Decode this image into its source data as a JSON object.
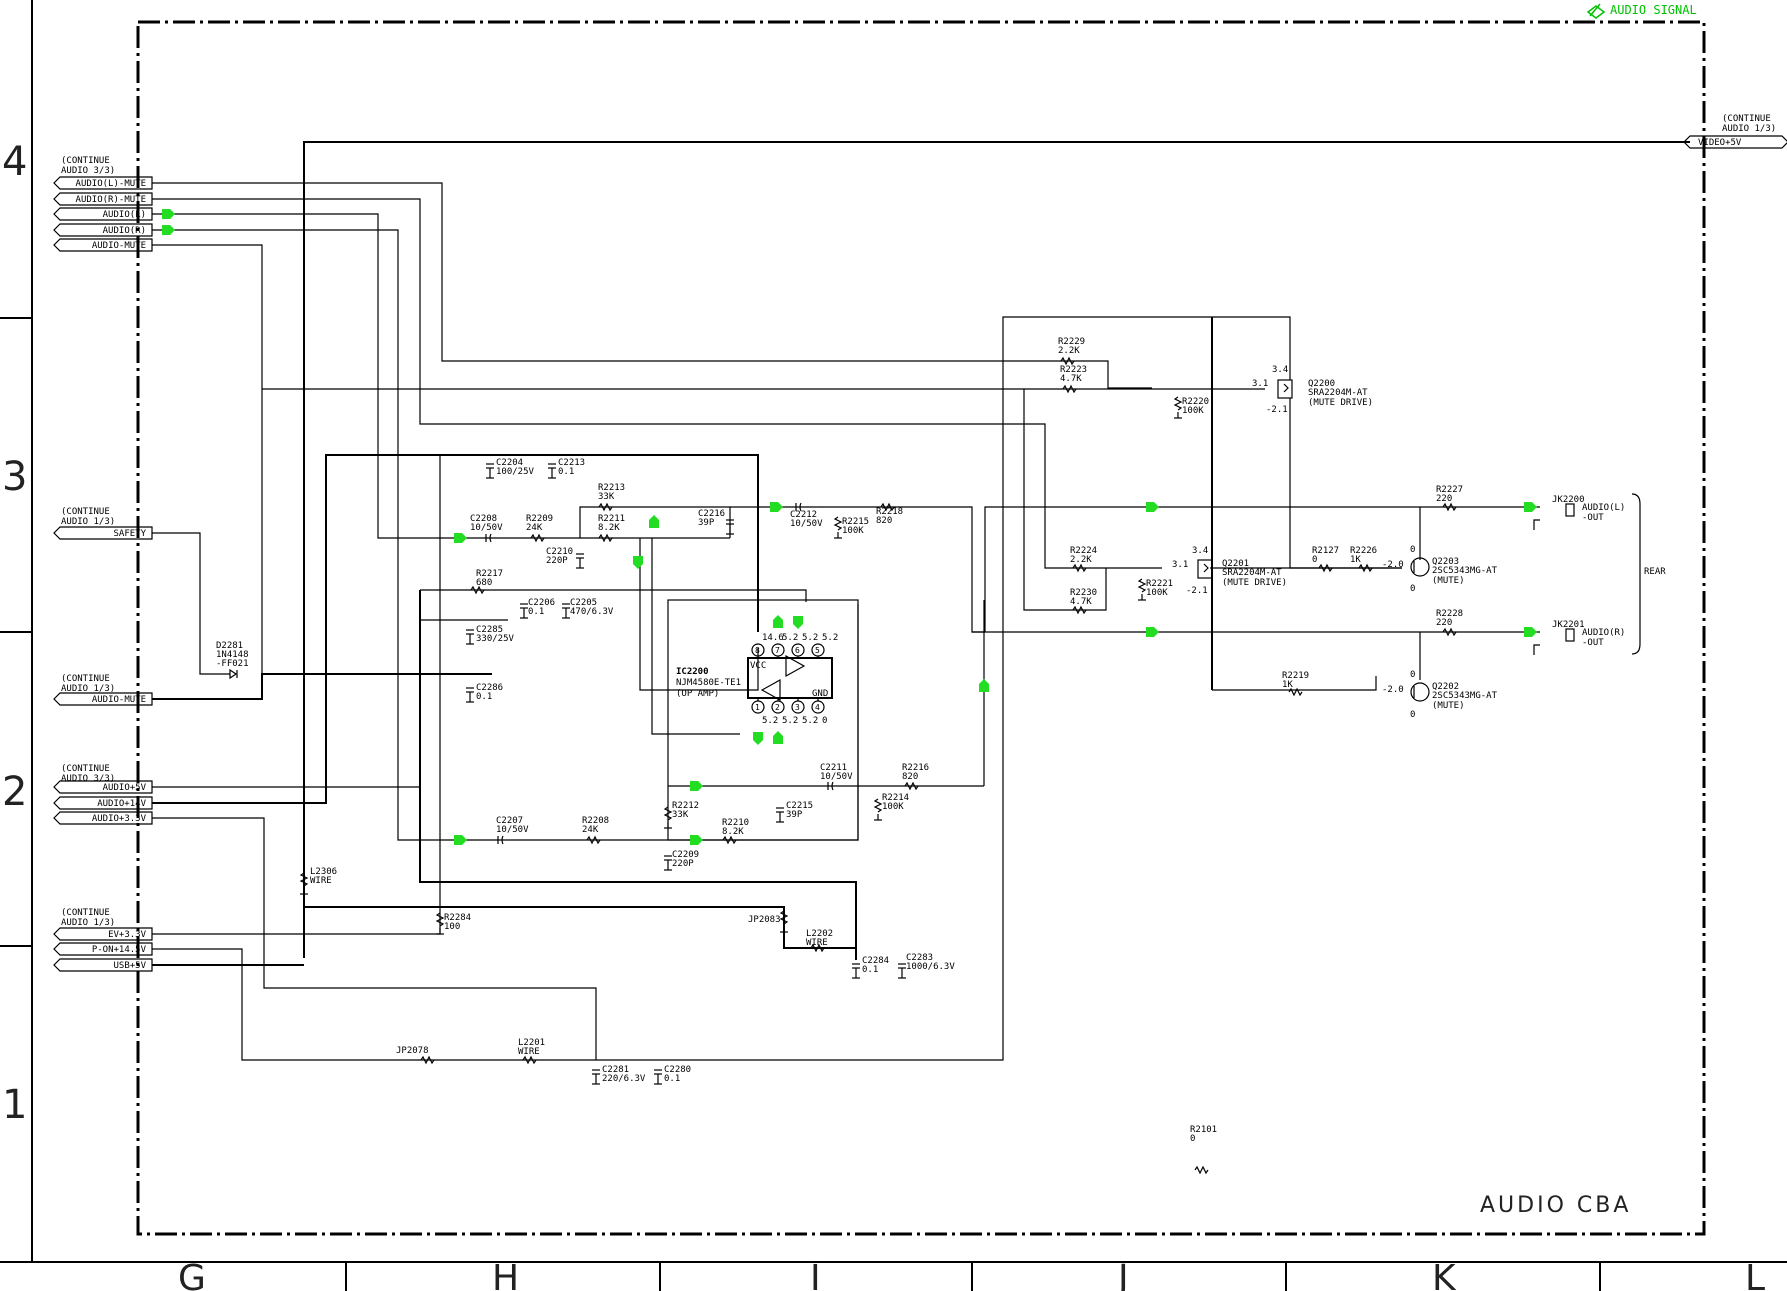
{
  "legend": {
    "label": "AUDIO SIGNAL",
    "color": "#00c000"
  },
  "board_title": "AUDIO CBA",
  "grid": {
    "rows": [
      "4",
      "3",
      "2",
      "1"
    ],
    "columns": [
      "G",
      "H",
      "I",
      "J",
      "K",
      "L"
    ]
  },
  "connectors": {
    "group1": {
      "title": "(CONTINUE",
      "sub": "AUDIO 3/3)",
      "pins": [
        "AUDIO(L)-MUTE",
        "AUDIO(R)-MUTE",
        "AUDIO(L)",
        "AUDIO(R)",
        "AUDIO-MUTE"
      ]
    },
    "group2": {
      "title": "(CONTINUE",
      "sub": "AUDIO 1/3)",
      "pins": [
        "SAFETY"
      ]
    },
    "group3": {
      "title": "(CONTINUE",
      "sub": "AUDIO 1/3)",
      "pins": [
        "AUDIO-MUTE"
      ]
    },
    "group4": {
      "title": "(CONTINUE",
      "sub": "AUDIO 3/3)",
      "pins": [
        "AUDIO+5V",
        "AUDIO+14V",
        "AUDIO+3.3V"
      ]
    },
    "group5": {
      "title": "(CONTINUE",
      "sub": "AUDIO 1/3)",
      "pins": [
        "EV+3.3V",
        "P-ON+14.5V",
        "USB+5V"
      ]
    },
    "right": {
      "title": "(CONTINUE",
      "sub": "AUDIO 1/3)",
      "pin": "VIDEO+5V"
    }
  },
  "ic": {
    "ref": "IC2200",
    "part": "NJM4580E-TE1",
    "desc": "(OP AMP)",
    "vcc": "VCC",
    "gnd": "GND",
    "pins_top": [
      "8",
      "7",
      "6",
      "5"
    ],
    "pins_bottom": [
      "1",
      "2",
      "3",
      "4"
    ],
    "volt_top": [
      "14.6",
      "5.2",
      "5.2",
      "5.2"
    ],
    "volt_bottom": [
      "5.2",
      "5.2",
      "5.2",
      "0"
    ]
  },
  "transistors": [
    {
      "ref": "Q2200",
      "part": "SRA2204M-AT",
      "desc": "(MUTE DRIVE)",
      "v1": "3.4",
      "v2": "3.1",
      "v3": "-2.1"
    },
    {
      "ref": "Q2201",
      "part": "SRA2204M-AT",
      "desc": "(MUTE DRIVE)",
      "v1": "3.4",
      "v2": "3.1",
      "v3": "-2.1"
    },
    {
      "ref": "Q2203",
      "part": "2SC5343MG-AT",
      "desc": "(MUTE)",
      "v1": "0",
      "v2": "-2.0",
      "v3": "0"
    },
    {
      "ref": "Q2202",
      "part": "2SC5343MG-AT",
      "desc": "(MUTE)",
      "v1": "0",
      "v2": "-2.0",
      "v3": "0"
    }
  ],
  "jacks": [
    {
      "ref": "JK2200",
      "label1": "AUDIO(L)",
      "label2": "-OUT"
    },
    {
      "ref": "JK2201",
      "label1": "AUDIO(R)",
      "label2": "-OUT"
    }
  ],
  "rear_label": "REAR",
  "diode": {
    "ref": "D2281",
    "part": "1N4148",
    "part2": "-FF021"
  },
  "parts": [
    {
      "ref": "R2229",
      "val": "2.2K"
    },
    {
      "ref": "R2223",
      "val": "4.7K"
    },
    {
      "ref": "R2220",
      "val": "100K"
    },
    {
      "ref": "C2204",
      "val": "100/25V"
    },
    {
      "ref": "C2213",
      "val": "0.1"
    },
    {
      "ref": "R2213",
      "val": "33K"
    },
    {
      "ref": "C2208",
      "val": "10/50V"
    },
    {
      "ref": "R2209",
      "val": "24K"
    },
    {
      "ref": "R2211",
      "val": "8.2K"
    },
    {
      "ref": "C2216",
      "val": "39P"
    },
    {
      "ref": "C2212",
      "val": "10/50V"
    },
    {
      "ref": "R2215",
      "val": "100K"
    },
    {
      "ref": "R2218",
      "val": "820"
    },
    {
      "ref": "R2227",
      "val": "220"
    },
    {
      "ref": "C2210",
      "val": "220P"
    },
    {
      "ref": "R2127",
      "val": "0"
    },
    {
      "ref": "R2226",
      "val": "1K"
    },
    {
      "ref": "R2224",
      "val": "2.2K"
    },
    {
      "ref": "R2221",
      "val": "100K"
    },
    {
      "ref": "R2230",
      "val": "4.7K"
    },
    {
      "ref": "R2217",
      "val": "680"
    },
    {
      "ref": "C2206",
      "val": "0.1"
    },
    {
      "ref": "C2205",
      "val": "470/6.3V"
    },
    {
      "ref": "C2285",
      "val": "330/25V"
    },
    {
      "ref": "C2286",
      "val": "0.1"
    },
    {
      "ref": "R2228",
      "val": "220"
    },
    {
      "ref": "R2219",
      "val": "1K"
    },
    {
      "ref": "C2211",
      "val": "10/50V"
    },
    {
      "ref": "R2216",
      "val": "820"
    },
    {
      "ref": "R2214",
      "val": "100K"
    },
    {
      "ref": "C2207",
      "val": "10/50V"
    },
    {
      "ref": "R2208",
      "val": "24K"
    },
    {
      "ref": "R2212",
      "val": "33K"
    },
    {
      "ref": "R2210",
      "val": "8.2K"
    },
    {
      "ref": "C2215",
      "val": "39P"
    },
    {
      "ref": "C2209",
      "val": "220P"
    },
    {
      "ref": "L2306",
      "val": "WIRE"
    },
    {
      "ref": "R2284",
      "val": "100"
    },
    {
      "ref": "JP2083",
      "val": ""
    },
    {
      "ref": "L2202",
      "val": "WIRE"
    },
    {
      "ref": "C2284",
      "val": "0.1"
    },
    {
      "ref": "C2283",
      "val": "1000/6.3V"
    },
    {
      "ref": "JP2078",
      "val": ""
    },
    {
      "ref": "L2201",
      "val": "WIRE"
    },
    {
      "ref": "C2281",
      "val": "220/6.3V"
    },
    {
      "ref": "C2280",
      "val": "0.1"
    },
    {
      "ref": "R2101",
      "val": "0"
    }
  ]
}
